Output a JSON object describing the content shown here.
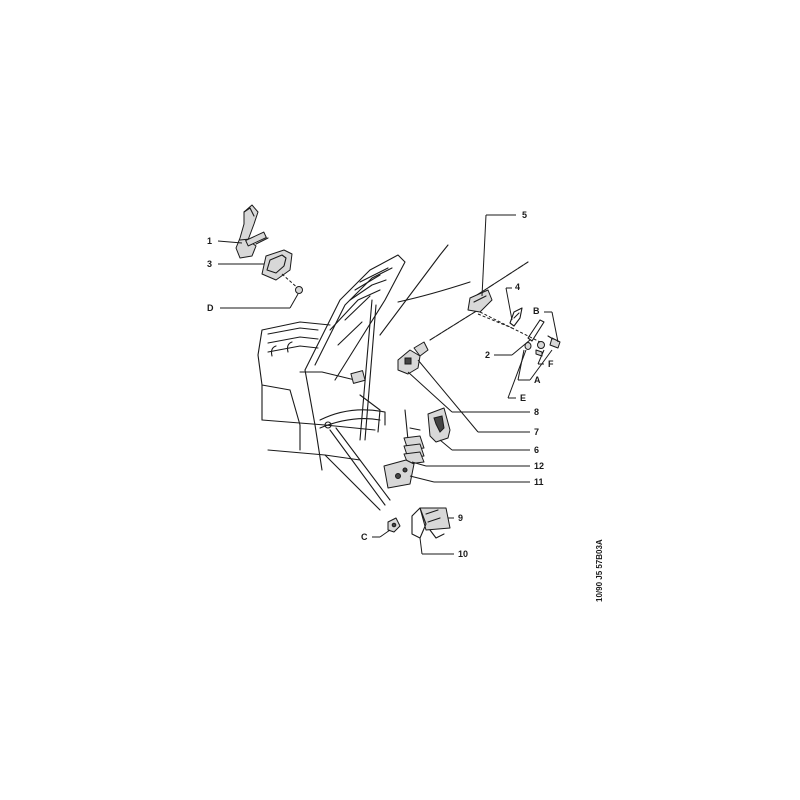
{
  "diagram": {
    "reference_code": "10/90 J5 57B03A",
    "callouts": [
      {
        "id": "1",
        "text": "1"
      },
      {
        "id": "3",
        "text": "3"
      },
      {
        "id": "D",
        "text": "D"
      },
      {
        "id": "5",
        "text": "5"
      },
      {
        "id": "4",
        "text": "4"
      },
      {
        "id": "B",
        "text": "B"
      },
      {
        "id": "2",
        "text": "2"
      },
      {
        "id": "F",
        "text": "F"
      },
      {
        "id": "A",
        "text": "A"
      },
      {
        "id": "E",
        "text": "E"
      },
      {
        "id": "8",
        "text": "8"
      },
      {
        "id": "7",
        "text": "7"
      },
      {
        "id": "6",
        "text": "6"
      },
      {
        "id": "12",
        "text": "12"
      },
      {
        "id": "11",
        "text": "11"
      },
      {
        "id": "9",
        "text": "9"
      },
      {
        "id": "C",
        "text": "C"
      },
      {
        "id": "10",
        "text": "10"
      }
    ]
  }
}
